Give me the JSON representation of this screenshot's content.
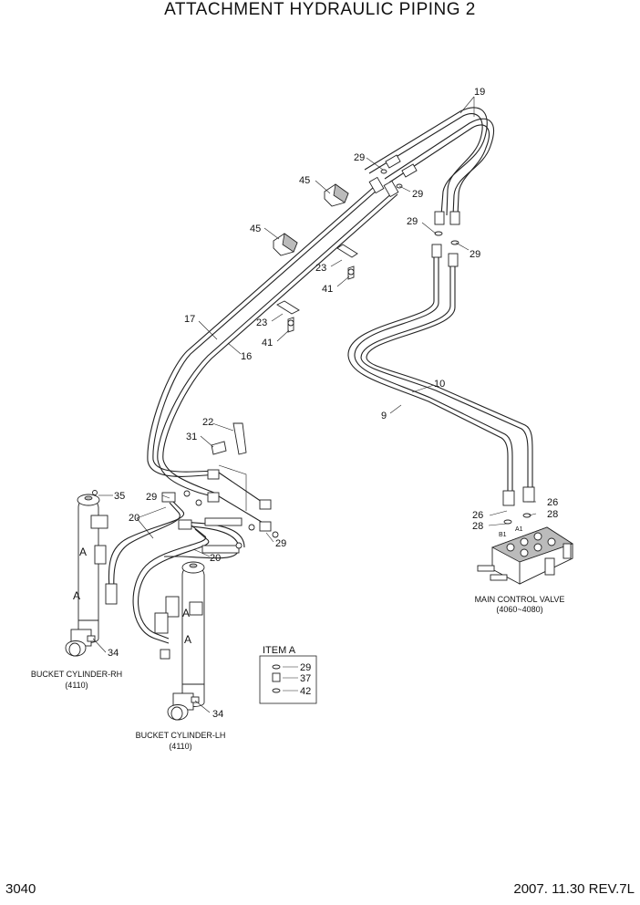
{
  "title": "ATTACHMENT HYDRAULIC PIPING 2",
  "page_number": "3040",
  "revision": "2007. 11.30  REV.7L",
  "callouts": [
    "19",
    "29",
    "29",
    "45",
    "29",
    "29",
    "45",
    "23",
    "41",
    "23",
    "41",
    "17",
    "16",
    "10",
    "9",
    "22",
    "31",
    "35",
    "29",
    "20",
    "20",
    "29",
    "26",
    "26",
    "28",
    "28",
    "34",
    "34"
  ],
  "detail_letters": [
    "A",
    "A",
    "A",
    "A"
  ],
  "valve_ports": [
    "B1",
    "A1"
  ],
  "labels": {
    "main_control_valve": "MAIN CONTROL VALVE",
    "main_control_valve_ref": "(4060~4080)",
    "bucket_cylinder_rh": "BUCKET CYLINDER-RH",
    "bucket_cylinder_rh_ref": "(4110)",
    "bucket_cylinder_lh": "BUCKET CYLINDER-LH",
    "bucket_cylinder_lh_ref": "(4110)"
  },
  "item_a": {
    "title": "ITEM A",
    "rows": [
      "29",
      "37",
      "42"
    ]
  }
}
